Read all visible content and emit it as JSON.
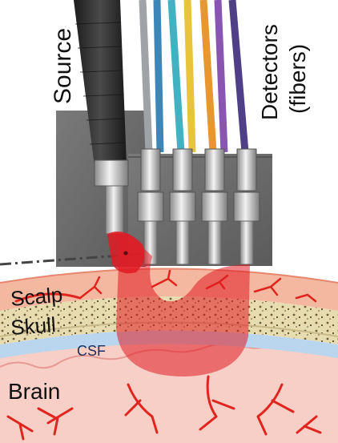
{
  "labels": {
    "source": "Source",
    "detectors_line1": "Detectors",
    "detectors_line2": "(fibers)",
    "scalp": "Scalp",
    "skull": "Skull",
    "csf": "CSF",
    "brain": "Brain"
  },
  "layers": [
    {
      "name": "Scalp",
      "color": "#f4b7a0"
    },
    {
      "name": "Skull",
      "color": "#e9dfb7"
    },
    {
      "name": "CSF",
      "color": "#b9d6ee"
    },
    {
      "name": "Brain",
      "color": "#f7cfc7"
    }
  ],
  "detector_fiber_colors": [
    "#9fa3a7",
    "#3d86b8",
    "#40b2c2",
    "#e7c43a",
    "#e8962e",
    "#8a55b0",
    "#4f3f86"
  ],
  "colors": {
    "light_path": "#e21b23",
    "vessels": "#e0241e",
    "housing": "#6c6c6c",
    "source_cable": "#2a2a2a"
  }
}
